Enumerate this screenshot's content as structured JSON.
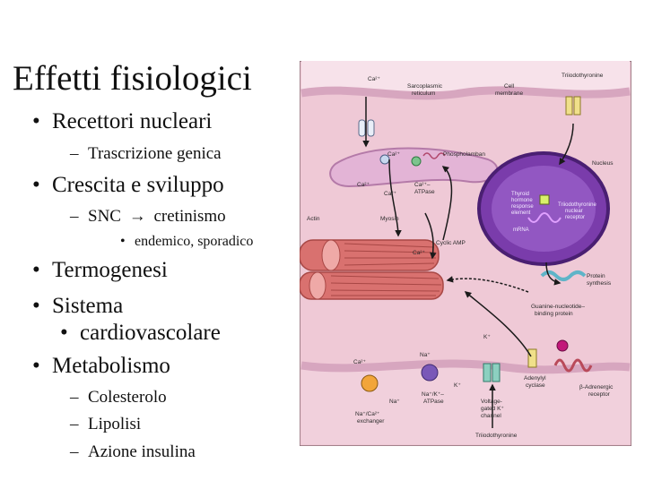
{
  "slide": {
    "title": "Effetti fisiologici",
    "items": [
      {
        "label": "Recettori nucleari"
      },
      {
        "label": "Trascrizione genica"
      },
      {
        "label": "Crescita e sviluppo"
      },
      {
        "label": "SNC"
      },
      {
        "label": "cretinismo"
      },
      {
        "label": "endemico, sporadico"
      },
      {
        "label": "Termogenesi"
      },
      {
        "label": "Sistema"
      },
      {
        "label": "cardiovascolare"
      },
      {
        "label": "Metabolismo"
      },
      {
        "label": "Colesterolo"
      },
      {
        "label": "Lipolisi"
      },
      {
        "label": "Azione insulina"
      }
    ],
    "arrow_symbol": "→"
  },
  "figure": {
    "labels": {
      "ca_top": "Ca²⁺",
      "sarcoplasmic": "Sarcoplasmic",
      "reticulum": "reticulum",
      "cell": "Cell",
      "membrane": "membrane",
      "triiodothyronine_top": "Triiodothyronine",
      "phospholamban": "Phospholamban",
      "ca_1": "Ca²⁺",
      "ca_2": "Ca²⁺",
      "ca_3": "Ca²⁺",
      "ca_atpase_1": "Ca²⁺–",
      "ca_atpase_2": "ATPase",
      "nucleus": "Nucleus",
      "thyroid_1": "Thyroid",
      "thyroid_2": "hormone",
      "thyroid_3": "response",
      "thyroid_4": "element",
      "receptor_1": "Triiodothyronine",
      "receptor_2": "nuclear",
      "receptor_3": "receptor",
      "mrna": "mRNA",
      "actin": "Actin",
      "myosin": "Myosin",
      "cyclic_amp": "Cyclic AMP",
      "ca_4": "Ca²⁺",
      "protein_1": "Protein",
      "protein_2": "synthesis",
      "guanine_1": "Guanine-nucleotide–",
      "guanine_2": "binding protein",
      "k_1": "K⁺",
      "na_1": "Na⁺",
      "k_2": "K⁺",
      "ca_5": "Ca²⁺",
      "na_2": "Na⁺",
      "na_ca_1": "Na⁺/Ca²⁺",
      "na_ca_2": "exchanger",
      "na_k_1": "Na⁺/K⁺–",
      "na_k_2": "ATPase",
      "voltage_1": "Voltage-",
      "voltage_2": "gated K⁺",
      "voltage_3": "channel",
      "adenylyl_1": "Adenylyl",
      "adenylyl_2": "cyclase",
      "beta_1": "β-Adrenergic",
      "beta_2": "receptor",
      "triiodothyronine_bottom": "Triiodothyronine"
    }
  }
}
